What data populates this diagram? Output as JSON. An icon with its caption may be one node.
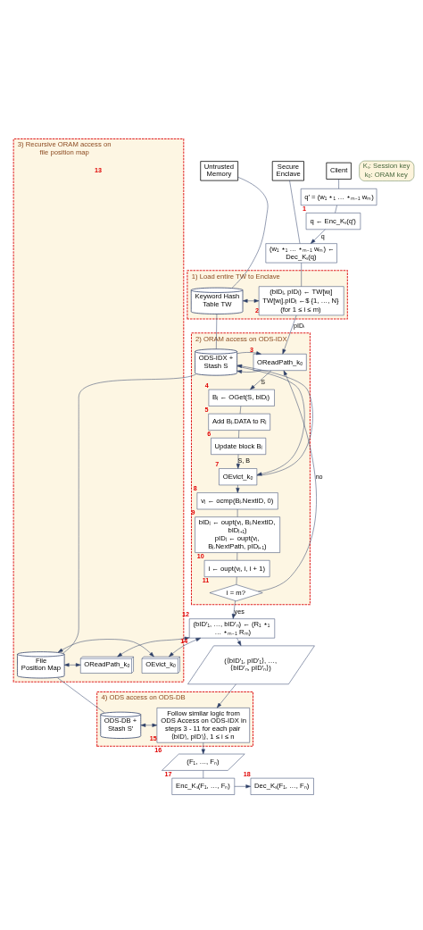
{
  "diagram": {
    "nodes": [
      {
        "text": [
          "Client"
        ]
      },
      {
        "text": [
          "Untrusted Memory"
        ]
      },
      {
        "text": [
          "Secure Enclave"
        ]
      },
      {
        "text": [
          "Kₛ: Session key",
          "kₒ: ORAM key"
        ]
      },
      {
        "text": [
          "q′ = (w₁ ⋆₁ … ⋆ₘ₋₁ wₘ)"
        ]
      },
      {
        "text": [
          "q ← Enc_Kₛ(q′)"
        ],
        "beside": [
          "1"
        ]
      },
      {
        "text": [
          "(w₁ ⋆₁ … ⋆ₘ₋₁ wₘ) ← Dec_Kₛ(q)"
        ]
      },
      {
        "text": [
          "1) Load entire TW to Enclave"
        ]
      },
      {
        "text": [
          "Keyword Hash Table TW"
        ],
        "in": 7
      },
      {
        "text": [
          "(bIDᵢ, pIDᵢ) ← TW[wᵢ]",
          "TW[wᵢ].pIDᵢ ←$ {1, …, N}",
          "(for 1 ≤ i ≤ m)"
        ],
        "in": 7,
        "beside": [
          "2"
        ]
      },
      {
        "text": [
          "2) ORAM access on ODS-IDX"
        ]
      },
      {
        "text": [
          "ODS-IDX + Stash S"
        ],
        "in": 10
      },
      {
        "text": [
          "OReadPath_kₒ"
        ],
        "in": 10,
        "beside": [
          "3"
        ]
      },
      {
        "text": [
          "Bᵢ ← OGet(S, bIDᵢ)"
        ],
        "in": 10,
        "beside": [
          "4"
        ]
      },
      {
        "text": [
          "Add Bᵢ.DATA to Rᵢ"
        ],
        "in": 10,
        "beside": [
          "5"
        ]
      },
      {
        "text": [
          "Update block Bᵢ"
        ],
        "in": 10,
        "beside": [
          "6"
        ]
      },
      {
        "text": [
          "OEvict_kₒ"
        ],
        "in": 10,
        "beside": [
          "7"
        ]
      },
      {
        "text": [
          "vᵢ ← ocmp(Bᵢ.NextID, 0)"
        ],
        "in": 10,
        "beside": [
          "8"
        ]
      },
      {
        "text": [
          "bIDᵢ ← oupt(vᵢ, Bᵢ.NextID, bIDᵢ₊₁)",
          "pIDᵢ ← oupt(vᵢ, Bᵢ.NextPath, pIDᵢ₊₁)"
        ],
        "in": 10,
        "beside": [
          "9"
        ]
      },
      {
        "text": [
          "i ← oupt(vᵢ, i, i + 1)"
        ],
        "in": 10,
        "beside": [
          "10"
        ]
      },
      {
        "text": [
          "i = m?"
        ],
        "in": 10,
        "beside": [
          "11"
        ]
      },
      {
        "text": [
          "(bID′₁, …, bID′ₙ) ← (R₁ ⋆₁ … ⋆ₘ₋₁ Rₘ)"
        ],
        "beside": [
          "12"
        ]
      },
      {
        "text": [
          "3) Recursive ORAM access on file position map"
        ],
        "beside": [
          "13"
        ]
      },
      {
        "text": [
          "File Position Map"
        ],
        "in": 22
      },
      {
        "text": [
          "OReadPath_kₒ"
        ],
        "in": 22
      },
      {
        "text": [
          "OEvict_kₒ"
        ],
        "in": 22
      },
      {
        "text": [
          "(⟨bID′₁, pID′₁⟩, …, ⟨bID′ₙ, pID′ₙ⟩)"
        ],
        "beside": [
          "14"
        ]
      },
      {
        "text": [
          "4) ODS access on ODS-DB"
        ]
      },
      {
        "text": [
          "ODS-DB + Stash S′"
        ],
        "in": 27
      },
      {
        "text": [
          "Follow similar logic from ODS Access on ODS-IDX in steps 3 - 11 for each pair ⟨bID′ᵢ, pID′ᵢ⟩, 1 ≤ i ≤ n"
        ],
        "in": 27,
        "beside": [
          "15"
        ]
      },
      {
        "text": [
          "(F₁, …, Fₙ)"
        ],
        "beside": [
          "16"
        ]
      },
      {
        "text": [
          "Enc_Kₛ(F₁, …, Fₙ)"
        ],
        "beside": [
          "17"
        ]
      },
      {
        "text": [
          "Dec_Kₛ(F₁, …, Fₙ)"
        ],
        "beside": [
          "18"
        ]
      }
    ],
    "edges": [
      {
        "from": 0,
        "to": 4,
        "arrow": "none"
      },
      {
        "from": 4,
        "to": 5,
        "arrow": "none"
      },
      {
        "from": 5,
        "to": 6,
        "label": "q",
        "arrow": "to"
      },
      {
        "from": 2,
        "to": 6,
        "arrow": "none"
      },
      {
        "from": 1,
        "to": 8,
        "arrow": "none"
      },
      {
        "from": 8,
        "to": 9,
        "arrow": "both"
      },
      {
        "from": 6,
        "to": 9,
        "arrow": "none"
      },
      {
        "from": 9,
        "to": 12,
        "label": "pIDᵢ",
        "arrow": "to"
      },
      {
        "from": 12,
        "to": 11,
        "arrow": "to"
      },
      {
        "from": 11,
        "to": 12,
        "arrow": "to"
      },
      {
        "from": 12,
        "to": 13,
        "label": "S",
        "arrow": "to"
      },
      {
        "from": 13,
        "to": 14,
        "arrow": "none"
      },
      {
        "from": 14,
        "to": 15,
        "arrow": "none"
      },
      {
        "from": 15,
        "to": 16,
        "label": "S, B",
        "arrow": "to"
      },
      {
        "from": 16,
        "to": 11,
        "arrow": "to"
      },
      {
        "from": 11,
        "to": 16,
        "arrow": "to"
      },
      {
        "from": 16,
        "to": 17,
        "arrow": "to"
      },
      {
        "from": 17,
        "to": 18,
        "arrow": "none"
      },
      {
        "from": 18,
        "to": 19,
        "arrow": "none"
      },
      {
        "from": 19,
        "to": 20,
        "arrow": "none"
      },
      {
        "from": 20,
        "to": 12,
        "label": "no",
        "arrow": "to"
      },
      {
        "from": 20,
        "to": 21,
        "label": "yes",
        "arrow": "to"
      },
      {
        "from": 8,
        "to": 11,
        "arrow": "none"
      },
      {
        "from": 21,
        "to": 24,
        "arrow": "both"
      },
      {
        "from": 21,
        "to": 25,
        "arrow": "both"
      },
      {
        "from": 23,
        "to": 24,
        "arrow": "both"
      },
      {
        "from": 23,
        "to": 25,
        "arrow": "both"
      },
      {
        "from": 11,
        "to": 23,
        "arrow": "none"
      },
      {
        "from": 21,
        "to": 26,
        "arrow": "to"
      },
      {
        "from": 26,
        "to": 29,
        "arrow": "to"
      },
      {
        "from": 28,
        "to": 29,
        "arrow": "both"
      },
      {
        "from": 23,
        "to": 28,
        "arrow": "none"
      },
      {
        "from": 29,
        "to": 30,
        "arrow": "to"
      },
      {
        "from": 30,
        "to": 31,
        "arrow": "none"
      },
      {
        "from": 31,
        "to": 32,
        "arrow": "to"
      }
    ]
  }
}
